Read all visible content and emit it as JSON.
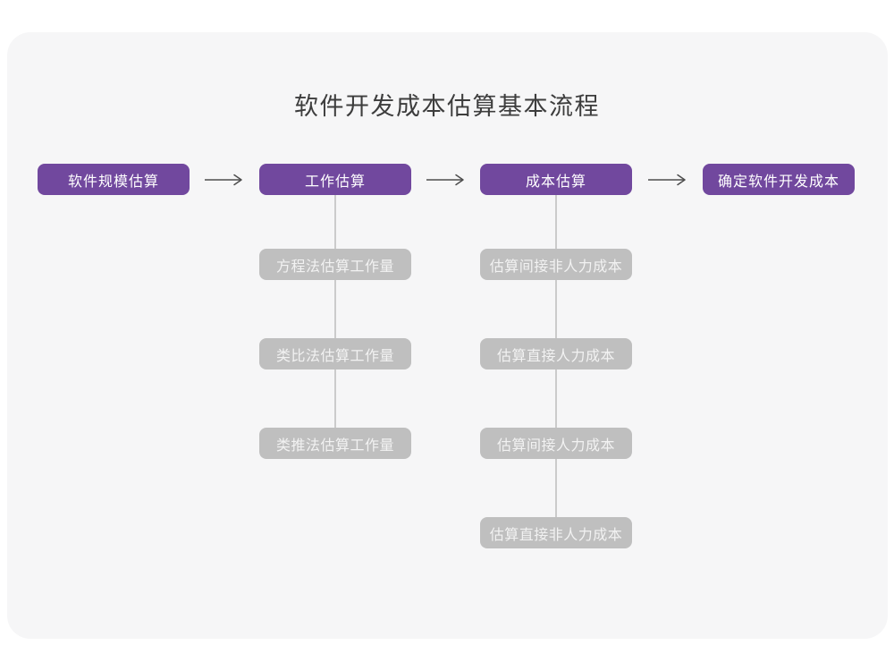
{
  "title": "软件开发成本估算基本流程",
  "colors": {
    "page_bg": "#ffffff",
    "card_bg": "#f6f6f7",
    "stage_fill": "#71489e",
    "stage_text": "#ffffff",
    "substep_fill": "#bfbfbf",
    "substep_text": "#f2f2f2",
    "connector": "#cbcbcb",
    "arrow": "#4d4d4d",
    "title_color": "#3d3d3d"
  },
  "icons": {
    "right_arrow": "→"
  },
  "flow": {
    "stages": [
      {
        "label": "软件规模估算",
        "substeps": []
      },
      {
        "label": "工作估算",
        "substeps": [
          "方程法估算工作量",
          "类比法估算工作量",
          "类推法估算工作量"
        ]
      },
      {
        "label": "成本估算",
        "substeps": [
          "估算间接非人力成本",
          "估算直接人力成本",
          "估算间接人力成本",
          "估算直接非人力成本"
        ]
      },
      {
        "label": "确定软件开发成本",
        "substeps": []
      }
    ]
  }
}
